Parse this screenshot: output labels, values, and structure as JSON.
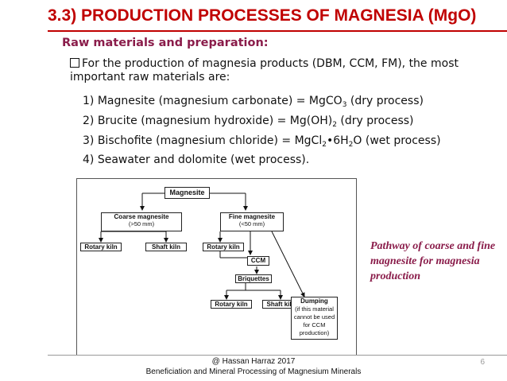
{
  "title": "3.3) PRODUCTION PROCESSES OF MAGNESIA (MgO)",
  "subheading": "Raw materials and preparation:",
  "bullet": "For the production of magnesia products (DBM, CCM, FM), the most important raw materials are:",
  "items": [
    {
      "pre": "1) Magnesite (magnesium carbonate) = MgCO",
      "sub": "3",
      "post": " (dry process)"
    },
    {
      "pre": "2) Brucite (magnesium hydroxide) = Mg(OH)",
      "sub": "2",
      "post": " (dry process)"
    },
    {
      "pre": "3)  Bischofite (magnesium chloride) = MgCl",
      "sub": "2",
      "mid": "•6H",
      "sub2": "2",
      "post": "O (wet process)"
    },
    {
      "pre": "4)  Seawater and dolomite (wet process)."
    }
  ],
  "diagram": {
    "magnesite": "Magnesite",
    "coarse": "Coarse magnesite",
    "coarse_size": "(>50 mm)",
    "fine": "Fine magnesite",
    "fine_size": "(<50 mm)",
    "rotary_kiln": "Rotary kiln",
    "shaft_kiln": "Shaft kiln",
    "ccm": "CCM",
    "briquettes": "Briquettes",
    "dumping": "Dumping",
    "dumping_note": "(if this material cannot be used for CCM production)"
  },
  "caption": "Pathway of coarse and fine magnesite for magnesia production",
  "footer": {
    "author": "@ Hassan Harraz 2017",
    "course": "Beneficiation and Mineral Processing of Magnesium Minerals",
    "page": "6"
  },
  "colors": {
    "title": "#c00000",
    "accent": "#8a1c4a"
  }
}
